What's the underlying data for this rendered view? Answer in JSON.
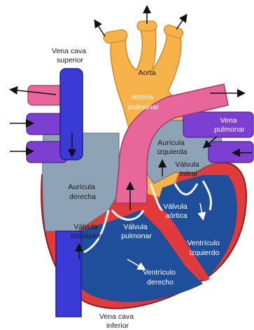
{
  "labels": {
    "vena_cava_superior": [
      "Vena cava",
      "superior"
    ],
    "aorta": [
      "Aorta"
    ],
    "arteria_pulmonar": [
      "Arteria",
      "pulmonar"
    ],
    "vena_pulmonar": [
      "Vena",
      "pulmonar"
    ],
    "auricula_izquierda": [
      "Aurícula",
      "izquierda"
    ],
    "valvula_mitral": [
      "Válvula",
      "mitral"
    ],
    "auricula_derecha": [
      "Aurícula",
      "derecha"
    ],
    "valvula_aortica": [
      "Válvula",
      "aórtica"
    ],
    "valvula_pulmonar": [
      "Válvula",
      "pulmonar"
    ],
    "valvula_tricuspide": [
      "Válvula",
      "tricúspide"
    ],
    "ventriculo_izquierdo": [
      "Ventrículo",
      "izquierdo"
    ],
    "ventriculo_derecho": [
      "Ventrículo",
      "derecho"
    ],
    "vena_cava_inferior": [
      "Vena cava",
      "inferior"
    ]
  },
  "colors": {
    "aorta": "#f7b24a",
    "pulmonary_artery": "#e8679a",
    "pulmonary_vein": "#7d3fd1",
    "vena_cava": "#3a3ad6",
    "heart_wall": "#e03a3a",
    "atrium_fill": "#8fa3b6",
    "ventricle_fill": "#1f4f9a",
    "valve": "#f2f2f2",
    "arrow": "#111111"
  }
}
